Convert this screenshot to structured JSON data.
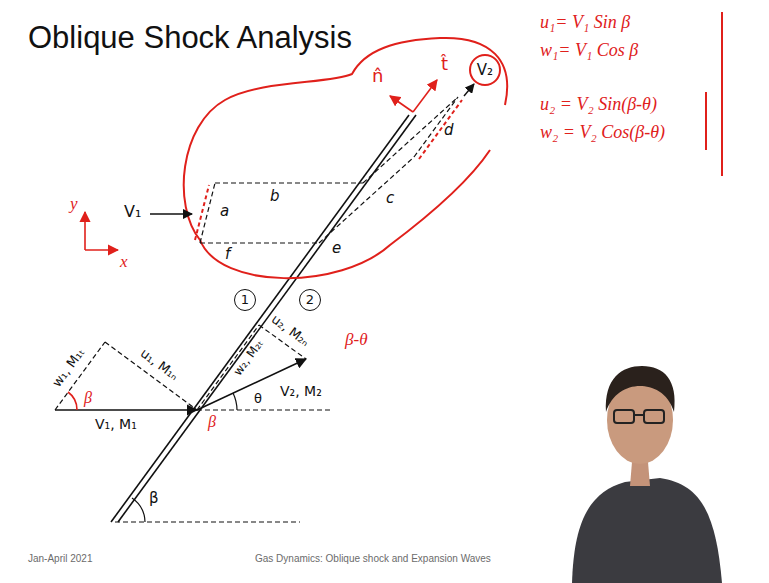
{
  "diagram": {
    "title": "Oblique Shock Analysis",
    "nodes": [
      {
        "text": [
          "1"
        ]
      },
      {
        "text": [
          "2"
        ]
      },
      {
        "text": [
          "V₂"
        ]
      }
    ],
    "labels": [
      "n̂",
      "t̂",
      "u₁= V₁ Sin β",
      "w₁= V₁ Cos β",
      "u₂ = V₂ Sin(β-θ)",
      "w₂ = V₂ Cos(β-θ)",
      "y",
      "x",
      "V₁",
      "a",
      "b",
      "c",
      "d",
      "e",
      "f",
      "w₁, M₁ₜ",
      "u₁, M₁ₙ",
      "β",
      "V₁, M₁",
      "u₂, M₂ₙ",
      "w₂, M₂ₜ",
      "θ",
      "V₂, M₂",
      "β",
      "β-θ",
      "β",
      "Jan-April 2021",
      "Gas Dynamics: Oblique shock and Expansion Waves"
    ]
  }
}
